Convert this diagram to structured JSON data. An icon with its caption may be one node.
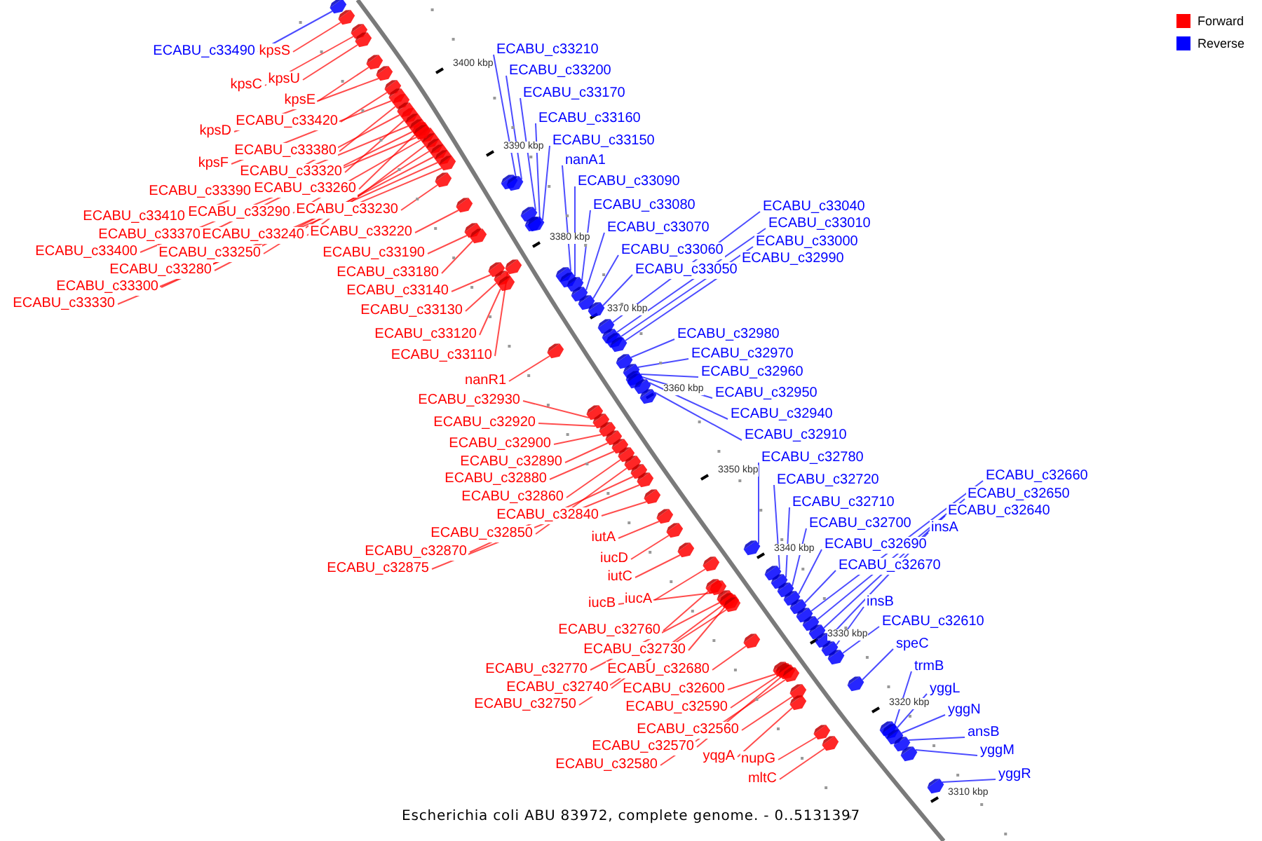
{
  "diagram": {
    "caption": "Escherichia coli ABU 83972, complete genome. - 0..5131397",
    "nodes": [
      {
        "text": [
          "ECABU_c33490"
        ]
      },
      {
        "text": [
          "kpsS"
        ]
      },
      {
        "text": [
          "kpsC"
        ]
      },
      {
        "text": [
          "kpsU"
        ]
      },
      {
        "text": [
          "kpsE"
        ]
      },
      {
        "text": [
          "ECABU_c33420"
        ]
      },
      {
        "text": [
          "kpsD"
        ]
      },
      {
        "text": [
          "ECABU_c33380"
        ]
      },
      {
        "text": [
          "kpsF"
        ]
      },
      {
        "text": [
          "ECABU_c33320"
        ]
      },
      {
        "text": [
          "ECABU_c33390"
        ]
      },
      {
        "text": [
          "ECABU_c33260"
        ]
      },
      {
        "text": [
          "ECABU_c33410"
        ]
      },
      {
        "text": [
          "ECABU_c33290"
        ]
      },
      {
        "text": [
          "ECABU_c33230"
        ]
      },
      {
        "text": [
          "ECABU_c33370"
        ]
      },
      {
        "text": [
          "ECABU_c33240"
        ]
      },
      {
        "text": [
          "ECABU_c33220"
        ]
      },
      {
        "text": [
          "ECABU_c33400"
        ]
      },
      {
        "text": [
          "ECABU_c33250"
        ]
      },
      {
        "text": [
          "ECABU_c33190"
        ]
      },
      {
        "text": [
          "ECABU_c33280"
        ]
      },
      {
        "text": [
          "ECABU_c33180"
        ]
      },
      {
        "text": [
          "ECABU_c33300"
        ]
      },
      {
        "text": [
          "ECABU_c33140"
        ]
      },
      {
        "text": [
          "ECABU_c33330"
        ]
      },
      {
        "text": [
          "ECABU_c33130"
        ]
      },
      {
        "text": [
          "ECABU_c33120"
        ]
      },
      {
        "text": [
          "ECABU_c33110"
        ]
      },
      {
        "text": [
          "nanR1"
        ]
      },
      {
        "text": [
          "ECABU_c32930"
        ]
      },
      {
        "text": [
          "ECABU_c32920"
        ]
      },
      {
        "text": [
          "ECABU_c32900"
        ]
      },
      {
        "text": [
          "ECABU_c32890"
        ]
      },
      {
        "text": [
          "ECABU_c32880"
        ]
      },
      {
        "text": [
          "ECABU_c32860"
        ]
      },
      {
        "text": [
          "ECABU_c32840"
        ]
      },
      {
        "text": [
          "ECABU_c32850"
        ]
      },
      {
        "text": [
          "ECABU_c32870"
        ]
      },
      {
        "text": [
          "ECABU_c32875"
        ]
      },
      {
        "text": [
          "iutA"
        ]
      },
      {
        "text": [
          "iucD"
        ]
      },
      {
        "text": [
          "iutC"
        ]
      },
      {
        "text": [
          "iucB"
        ]
      },
      {
        "text": [
          "iucA"
        ]
      },
      {
        "text": [
          "ECABU_c32760"
        ]
      },
      {
        "text": [
          "ECABU_c32730"
        ]
      },
      {
        "text": [
          "ECABU_c32770"
        ]
      },
      {
        "text": [
          "ECABU_c32680"
        ]
      },
      {
        "text": [
          "ECABU_c32740"
        ]
      },
      {
        "text": [
          "ECABU_c32750"
        ]
      },
      {
        "text": [
          "ECABU_c32600"
        ]
      },
      {
        "text": [
          "ECABU_c32590"
        ]
      },
      {
        "text": [
          "ECABU_c32560"
        ]
      },
      {
        "text": [
          "ECABU_c32570"
        ]
      },
      {
        "text": [
          "ECABU_c32580"
        ]
      },
      {
        "text": [
          "yqgA"
        ]
      },
      {
        "text": [
          "nupG"
        ]
      },
      {
        "text": [
          "mltC"
        ]
      },
      {
        "text": [
          "ECABU_c33210"
        ]
      },
      {
        "text": [
          "ECABU_c33200"
        ]
      },
      {
        "text": [
          "ECABU_c33170"
        ]
      },
      {
        "text": [
          "ECABU_c33160"
        ]
      },
      {
        "text": [
          "ECABU_c33150"
        ]
      },
      {
        "text": [
          "nanA1"
        ]
      },
      {
        "text": [
          "ECABU_c33090"
        ]
      },
      {
        "text": [
          "ECABU_c33080"
        ]
      },
      {
        "text": [
          "ECABU_c33070"
        ]
      },
      {
        "text": [
          "ECABU_c33060"
        ]
      },
      {
        "text": [
          "ECABU_c33050"
        ]
      },
      {
        "text": [
          "ECABU_c33040"
        ]
      },
      {
        "text": [
          "ECABU_c33010"
        ]
      },
      {
        "text": [
          "ECABU_c33000"
        ]
      },
      {
        "text": [
          "ECABU_c32990"
        ]
      },
      {
        "text": [
          "ECABU_c32980"
        ]
      },
      {
        "text": [
          "ECABU_c32970"
        ]
      },
      {
        "text": [
          "ECABU_c32960"
        ]
      },
      {
        "text": [
          "ECABU_c32950"
        ]
      },
      {
        "text": [
          "ECABU_c32940"
        ]
      },
      {
        "text": [
          "ECABU_c32910"
        ]
      },
      {
        "text": [
          "ECABU_c32780"
        ]
      },
      {
        "text": [
          "ECABU_c32720"
        ]
      },
      {
        "text": [
          "ECABU_c32710"
        ]
      },
      {
        "text": [
          "ECABU_c32700"
        ]
      },
      {
        "text": [
          "ECABU_c32690"
        ]
      },
      {
        "text": [
          "ECABU_c32670"
        ]
      },
      {
        "text": [
          "ECABU_c32660"
        ]
      },
      {
        "text": [
          "ECABU_c32650"
        ]
      },
      {
        "text": [
          "ECABU_c32640"
        ]
      },
      {
        "text": [
          "insA"
        ]
      },
      {
        "text": [
          "insB"
        ]
      },
      {
        "text": [
          "ECABU_c32610"
        ]
      },
      {
        "text": [
          "speC"
        ]
      },
      {
        "text": [
          "trmB"
        ]
      },
      {
        "text": [
          "yggL"
        ]
      },
      {
        "text": [
          "yggN"
        ]
      },
      {
        "text": [
          "ansB"
        ]
      },
      {
        "text": [
          "yggM"
        ]
      },
      {
        "text": [
          "yggR"
        ]
      },
      {
        "text": [],
        "shape": "box"
      },
      {
        "text": [],
        "shape": "box"
      },
      {
        "text": [],
        "shape": "box"
      },
      {
        "text": [],
        "shape": "box"
      },
      {
        "text": [],
        "shape": "box"
      },
      {
        "text": [],
        "shape": "box"
      },
      {
        "text": [],
        "shape": "box"
      },
      {
        "text": [],
        "shape": "box"
      },
      {
        "text": [],
        "shape": "box"
      },
      {
        "text": [],
        "shape": "box"
      },
      {
        "text": [],
        "shape": "box"
      },
      {
        "text": [],
        "shape": "box"
      },
      {
        "text": [],
        "shape": "box"
      },
      {
        "text": [],
        "shape": "box"
      },
      {
        "text": [],
        "shape": "box"
      },
      {
        "text": [],
        "shape": "box"
      },
      {
        "text": [],
        "shape": "box"
      },
      {
        "text": [],
        "shape": "box"
      },
      {
        "text": [],
        "shape": "box"
      },
      {
        "text": [],
        "shape": "box"
      },
      {
        "text": [],
        "shape": "box"
      },
      {
        "text": [],
        "shape": "box"
      },
      {
        "text": [],
        "shape": "box"
      },
      {
        "text": [],
        "shape": "box"
      },
      {
        "text": [],
        "shape": "box"
      },
      {
        "text": [],
        "shape": "box"
      },
      {
        "text": [],
        "shape": "box"
      },
      {
        "text": [],
        "shape": "box"
      },
      {
        "text": [],
        "shape": "box"
      },
      {
        "text": [],
        "shape": "box"
      },
      {
        "text": [],
        "shape": "box"
      },
      {
        "text": [],
        "shape": "box"
      },
      {
        "text": [],
        "shape": "box"
      },
      {
        "text": [],
        "shape": "box"
      },
      {
        "text": [],
        "shape": "box"
      },
      {
        "text": [],
        "shape": "box"
      },
      {
        "text": [],
        "shape": "box"
      },
      {
        "text": [],
        "shape": "box"
      },
      {
        "text": [],
        "shape": "box"
      },
      {
        "text": [],
        "shape": "box"
      },
      {
        "text": [],
        "shape": "box"
      },
      {
        "text": [],
        "shape": "box"
      },
      {
        "text": [],
        "shape": "box"
      },
      {
        "text": [],
        "shape": "box"
      },
      {
        "text": [],
        "shape": "box"
      },
      {
        "text": [],
        "shape": "box"
      },
      {
        "text": [],
        "shape": "box"
      },
      {
        "text": [],
        "shape": "box"
      },
      {
        "text": [],
        "shape": "box"
      },
      {
        "text": [],
        "shape": "box"
      },
      {
        "text": [],
        "shape": "box"
      },
      {
        "text": [],
        "shape": "box"
      },
      {
        "text": [],
        "shape": "box"
      },
      {
        "text": [],
        "shape": "box"
      },
      {
        "text": [],
        "shape": "box"
      },
      {
        "text": [],
        "shape": "box"
      },
      {
        "text": [],
        "shape": "box"
      },
      {
        "text": [],
        "shape": "box"
      },
      {
        "text": [],
        "shape": "box"
      },
      {
        "text": [],
        "shape": "box"
      },
      {
        "text": [],
        "shape": "box"
      },
      {
        "text": [],
        "shape": "box"
      },
      {
        "text": [],
        "shape": "box"
      },
      {
        "text": [],
        "shape": "box"
      },
      {
        "text": [],
        "shape": "box"
      },
      {
        "text": [],
        "shape": "box"
      },
      {
        "text": [],
        "shape": "box"
      },
      {
        "text": [],
        "shape": "box"
      },
      {
        "text": [],
        "shape": "box"
      },
      {
        "text": [],
        "shape": "box"
      },
      {
        "text": [],
        "shape": "box"
      },
      {
        "text": [],
        "shape": "box"
      },
      {
        "text": [],
        "shape": "box"
      },
      {
        "text": [],
        "shape": "box"
      },
      {
        "text": [],
        "shape": "box"
      },
      {
        "text": [],
        "shape": "box"
      },
      {
        "text": [],
        "shape": "box"
      },
      {
        "text": [],
        "shape": "box"
      },
      {
        "text": [],
        "shape": "box"
      },
      {
        "text": [],
        "shape": "box"
      },
      {
        "text": [],
        "shape": "box"
      },
      {
        "text": [],
        "shape": "box"
      },
      {
        "text": [],
        "shape": "box"
      },
      {
        "text": [],
        "shape": "box"
      },
      {
        "text": [],
        "shape": "box"
      },
      {
        "text": [],
        "shape": "box"
      },
      {
        "text": [],
        "shape": "box"
      },
      {
        "text": [],
        "shape": "box"
      },
      {
        "text": [],
        "shape": "box"
      },
      {
        "text": [],
        "shape": "box"
      },
      {
        "text": [],
        "shape": "box"
      },
      {
        "text": [],
        "shape": "box"
      },
      {
        "text": [],
        "shape": "box"
      },
      {
        "text": [],
        "shape": "box"
      },
      {
        "text": [],
        "shape": "box"
      },
      {
        "text": [],
        "shape": "box"
      },
      {
        "text": [],
        "shape": "box"
      },
      {
        "text": [],
        "shape": "box"
      },
      {
        "text": [],
        "shape": "box"
      }
    ],
    "edges": [
      {
        "from": 0,
        "to": 99,
        "arrow": "none",
        "color": "#0000ff"
      },
      {
        "from": 1,
        "to": 100,
        "arrow": "none"
      },
      {
        "from": 2,
        "to": 101,
        "arrow": "none"
      },
      {
        "from": 3,
        "to": 102,
        "arrow": "none"
      },
      {
        "from": 4,
        "to": 103,
        "arrow": "none"
      },
      {
        "from": 5,
        "to": 104,
        "arrow": "none"
      },
      {
        "from": 6,
        "to": 105,
        "arrow": "none"
      },
      {
        "from": 7,
        "to": 106,
        "arrow": "none"
      },
      {
        "from": 8,
        "to": 107,
        "arrow": "none"
      },
      {
        "from": 9,
        "to": 108,
        "arrow": "none"
      },
      {
        "from": 10,
        "to": 109,
        "arrow": "none"
      },
      {
        "from": 11,
        "to": 110,
        "arrow": "none"
      },
      {
        "from": 12,
        "to": 111,
        "arrow": "none"
      },
      {
        "from": 13,
        "to": 112,
        "arrow": "none"
      },
      {
        "from": 14,
        "to": 113,
        "arrow": "none"
      },
      {
        "from": 15,
        "to": 114,
        "arrow": "none"
      },
      {
        "from": 16,
        "to": 115,
        "arrow": "none"
      },
      {
        "from": 17,
        "to": 116,
        "arrow": "none"
      },
      {
        "from": 18,
        "to": 117,
        "arrow": "none"
      },
      {
        "from": 19,
        "to": 118,
        "arrow": "none"
      },
      {
        "from": 20,
        "to": 119,
        "arrow": "none"
      },
      {
        "from": 21,
        "to": 120,
        "arrow": "none"
      },
      {
        "from": 22,
        "to": 121,
        "arrow": "none"
      },
      {
        "from": 23,
        "to": 122,
        "arrow": "none"
      },
      {
        "from": 24,
        "to": 123,
        "arrow": "none"
      },
      {
        "from": 25,
        "to": 124,
        "arrow": "none"
      },
      {
        "from": 26,
        "to": 125,
        "arrow": "none"
      },
      {
        "from": 27,
        "to": 126,
        "arrow": "none"
      },
      {
        "from": 28,
        "to": 127,
        "arrow": "none"
      },
      {
        "from": 29,
        "to": 128,
        "arrow": "none"
      },
      {
        "from": 30,
        "to": 129,
        "arrow": "none"
      },
      {
        "from": 31,
        "to": 130,
        "arrow": "none"
      },
      {
        "from": 32,
        "to": 131,
        "arrow": "none"
      },
      {
        "from": 33,
        "to": 132,
        "arrow": "none"
      },
      {
        "from": 34,
        "to": 133,
        "arrow": "none"
      },
      {
        "from": 35,
        "to": 134,
        "arrow": "none"
      },
      {
        "from": 36,
        "to": 135,
        "arrow": "none"
      },
      {
        "from": 37,
        "to": 136,
        "arrow": "none"
      },
      {
        "from": 38,
        "to": 137,
        "arrow": "none"
      },
      {
        "from": 39,
        "to": 138,
        "arrow": "none"
      },
      {
        "from": 40,
        "to": 139,
        "arrow": "none"
      },
      {
        "from": 41,
        "to": 140,
        "arrow": "none"
      },
      {
        "from": 42,
        "to": 141,
        "arrow": "none"
      },
      {
        "from": 43,
        "to": 142,
        "arrow": "none"
      },
      {
        "from": 44,
        "to": 143,
        "arrow": "none"
      },
      {
        "from": 45,
        "to": 144,
        "arrow": "none"
      },
      {
        "from": 46,
        "to": 145,
        "arrow": "none"
      },
      {
        "from": 47,
        "to": 146,
        "arrow": "none"
      },
      {
        "from": 48,
        "to": 147,
        "arrow": "none"
      },
      {
        "from": 49,
        "to": 148,
        "arrow": "none"
      },
      {
        "from": 50,
        "to": 149,
        "arrow": "none"
      },
      {
        "from": 51,
        "to": 150,
        "arrow": "none"
      },
      {
        "from": 52,
        "to": 151,
        "arrow": "none"
      },
      {
        "from": 53,
        "to": 152,
        "arrow": "none"
      },
      {
        "from": 54,
        "to": 153,
        "arrow": "none"
      },
      {
        "from": 55,
        "to": 154,
        "arrow": "none"
      },
      {
        "from": 56,
        "to": 155,
        "arrow": "none"
      },
      {
        "from": 57,
        "to": 156,
        "arrow": "none"
      },
      {
        "from": 58,
        "to": 157,
        "arrow": "none"
      },
      {
        "from": 59,
        "to": 158,
        "arrow": "none",
        "color": "#0000ff"
      },
      {
        "from": 60,
        "to": 159,
        "arrow": "none",
        "color": "#0000ff"
      },
      {
        "from": 61,
        "to": 160,
        "arrow": "none",
        "color": "#0000ff"
      },
      {
        "from": 62,
        "to": 161,
        "arrow": "none",
        "color": "#0000ff"
      },
      {
        "from": 63,
        "to": 162,
        "arrow": "none",
        "color": "#0000ff"
      },
      {
        "from": 64,
        "to": 163,
        "arrow": "none",
        "color": "#0000ff"
      },
      {
        "from": 65,
        "to": 164,
        "arrow": "none",
        "color": "#0000ff"
      },
      {
        "from": 66,
        "to": 165,
        "arrow": "none",
        "color": "#0000ff"
      },
      {
        "from": 67,
        "to": 166,
        "arrow": "none",
        "color": "#0000ff"
      },
      {
        "from": 68,
        "to": 167,
        "arrow": "none",
        "color": "#0000ff"
      },
      {
        "from": 69,
        "to": 168,
        "arrow": "none",
        "color": "#0000ff"
      },
      {
        "from": 70,
        "to": 169,
        "arrow": "none",
        "color": "#0000ff"
      },
      {
        "from": 71,
        "to": 170,
        "arrow": "none",
        "color": "#0000ff"
      },
      {
        "from": 72,
        "to": 171,
        "arrow": "none",
        "color": "#0000ff"
      },
      {
        "from": 73,
        "to": 172,
        "arrow": "none",
        "color": "#0000ff"
      },
      {
        "from": 74,
        "to": 173,
        "arrow": "none",
        "color": "#0000ff"
      },
      {
        "from": 75,
        "to": 174,
        "arrow": "none",
        "color": "#0000ff"
      },
      {
        "from": 76,
        "to": 175,
        "arrow": "none",
        "color": "#0000ff"
      },
      {
        "from": 77,
        "to": 176,
        "arrow": "none",
        "color": "#0000ff"
      },
      {
        "from": 78,
        "to": 177,
        "arrow": "none",
        "color": "#0000ff"
      },
      {
        "from": 79,
        "to": 178,
        "arrow": "none",
        "color": "#0000ff"
      },
      {
        "from": 80,
        "to": 179,
        "arrow": "none",
        "color": "#0000ff"
      },
      {
        "from": 81,
        "to": 180,
        "arrow": "none",
        "color": "#0000ff"
      },
      {
        "from": 82,
        "to": 181,
        "arrow": "none",
        "color": "#0000ff"
      },
      {
        "from": 83,
        "to": 182,
        "arrow": "none",
        "color": "#0000ff"
      },
      {
        "from": 84,
        "to": 183,
        "arrow": "none",
        "color": "#0000ff"
      },
      {
        "from": 85,
        "to": 184,
        "arrow": "none",
        "color": "#0000ff"
      },
      {
        "from": 86,
        "to": 185,
        "arrow": "none",
        "color": "#0000ff"
      },
      {
        "from": 87,
        "to": 186,
        "arrow": "none",
        "color": "#0000ff"
      },
      {
        "from": 88,
        "to": 187,
        "arrow": "none",
        "color": "#0000ff"
      },
      {
        "from": 89,
        "to": 188,
        "arrow": "none",
        "color": "#0000ff"
      },
      {
        "from": 90,
        "to": 189,
        "arrow": "none",
        "color": "#0000ff"
      },
      {
        "from": 91,
        "to": 190,
        "arrow": "none",
        "color": "#0000ff"
      },
      {
        "from": 92,
        "to": 191,
        "arrow": "none",
        "color": "#0000ff"
      },
      {
        "from": 93,
        "to": 192,
        "arrow": "none",
        "color": "#0000ff"
      },
      {
        "from": 94,
        "to": 193,
        "arrow": "none",
        "color": "#0000ff"
      },
      {
        "from": 95,
        "to": 194,
        "arrow": "none",
        "color": "#0000ff"
      },
      {
        "from": 96,
        "to": 195,
        "arrow": "none",
        "color": "#0000ff"
      },
      {
        "from": 97,
        "to": 196,
        "arrow": "none",
        "color": "#0000ff"
      },
      {
        "from": 98,
        "to": 197,
        "arrow": "none",
        "color": "#0000ff"
      }
    ],
    "labels": [
      "3400 kbp",
      "3390 kbp",
      "3380 kbp",
      "3370 kbp",
      "3360 kbp",
      "3350 kbp",
      "3340 kbp",
      "3330 kbp",
      "3320 kbp",
      "3310 kbp"
    ],
    "legend": [
      {
        "text": "Forward",
        "color": "#ff0000"
      },
      {
        "text": "Reverse",
        "color": "#0000ff"
      }
    ]
  }
}
